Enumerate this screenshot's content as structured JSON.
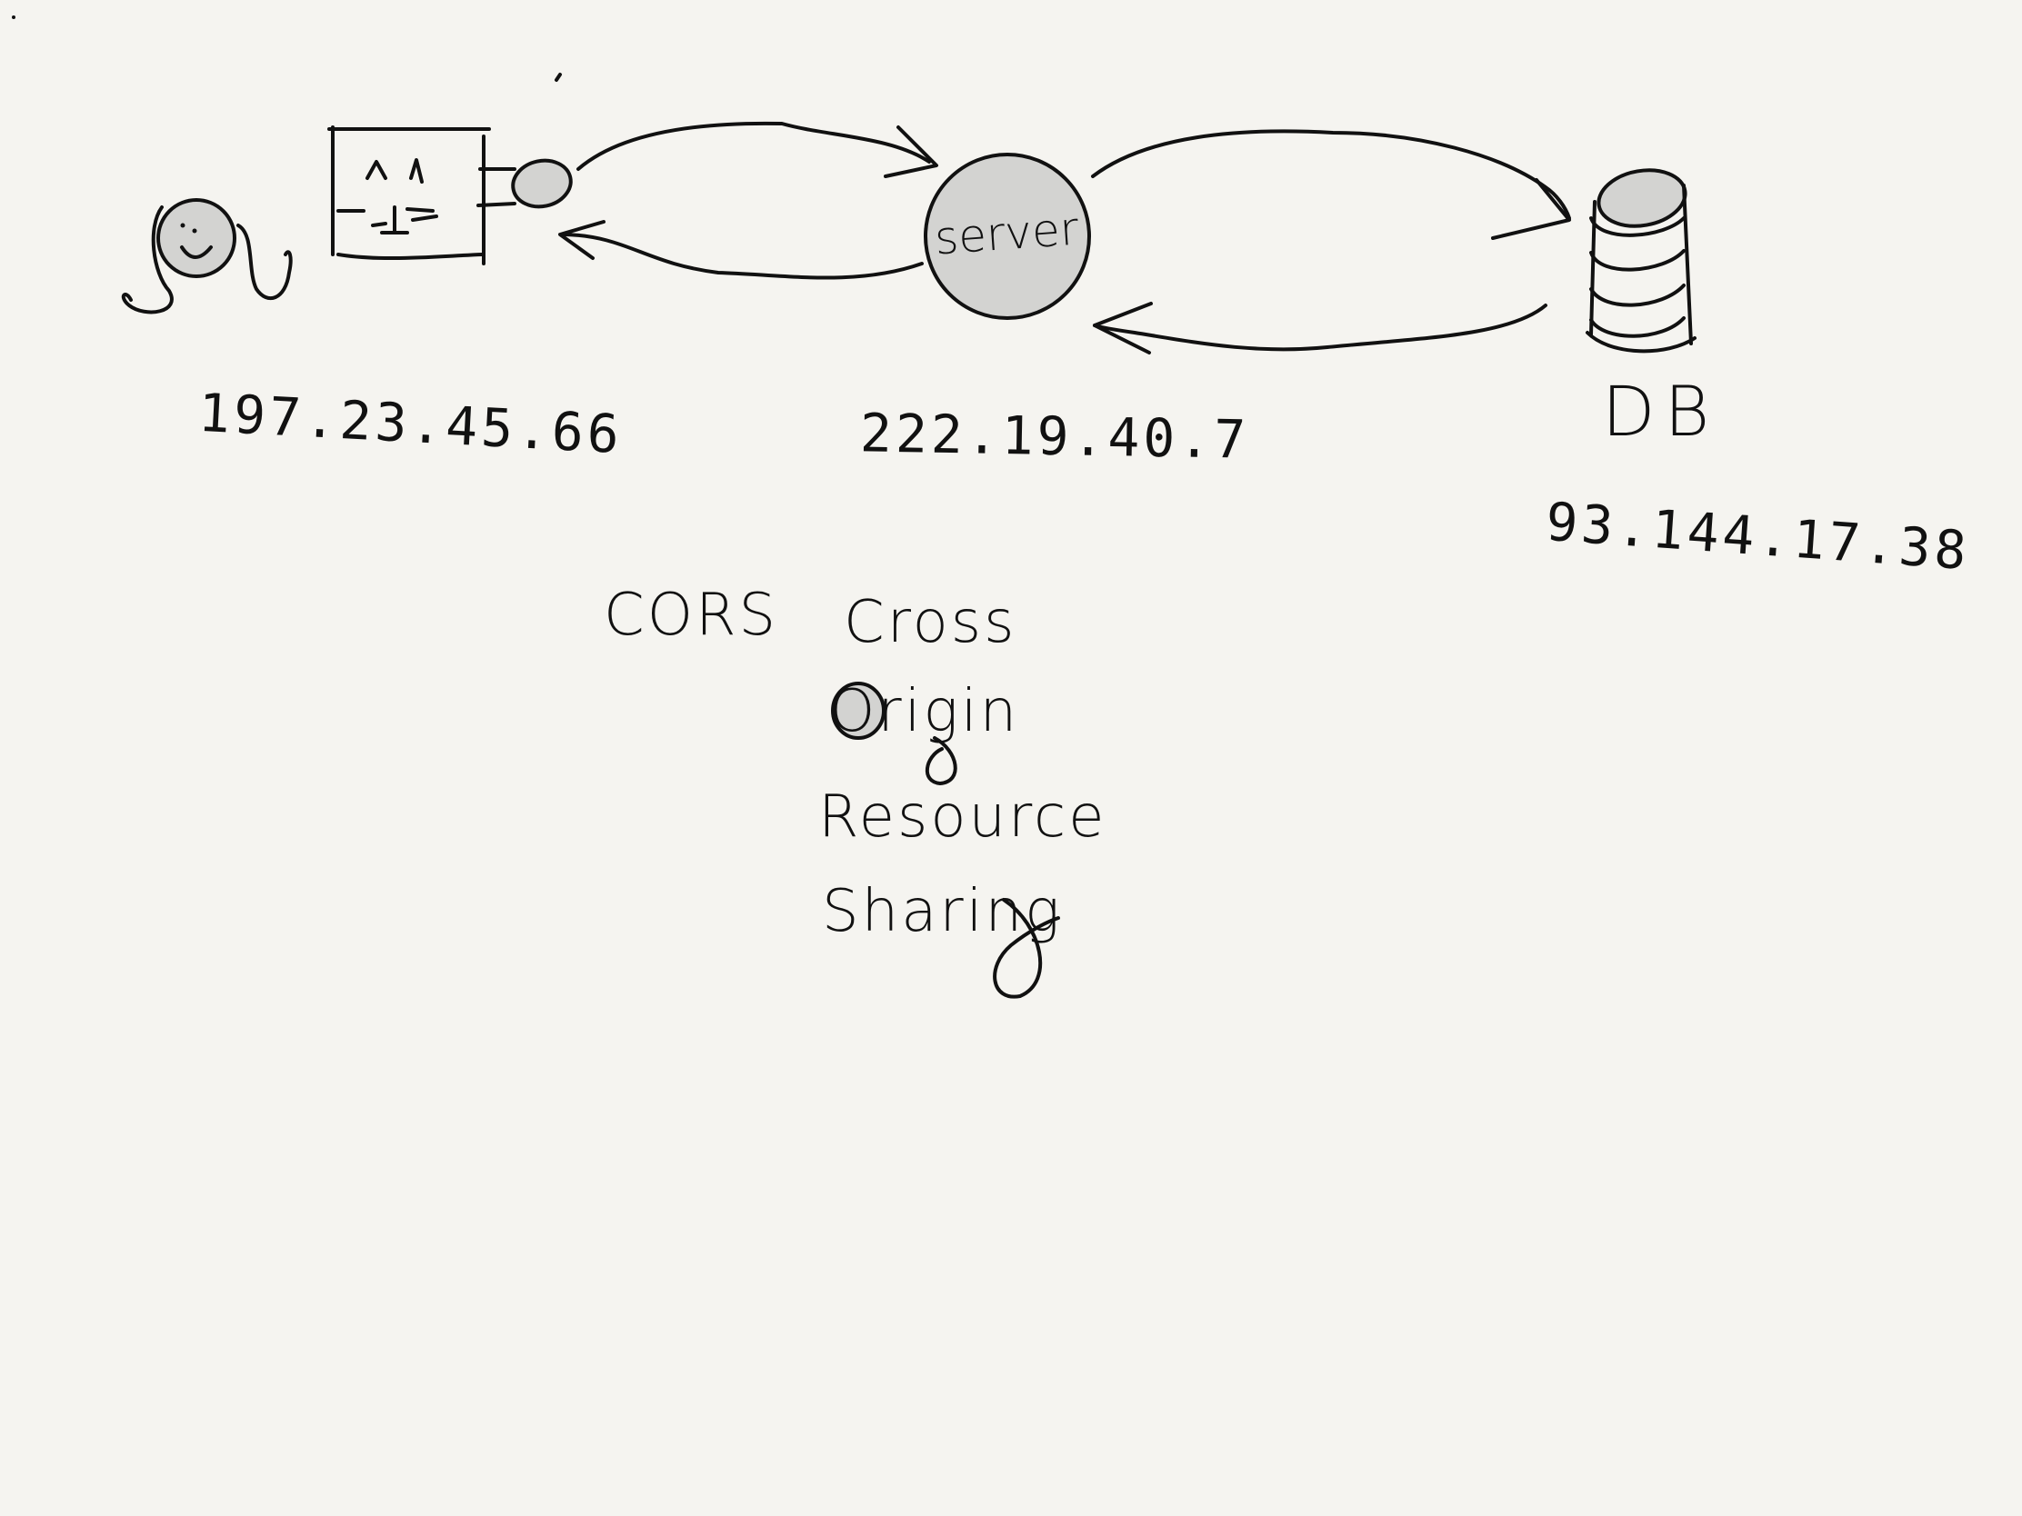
{
  "diagram": {
    "server_label": "server",
    "db_label": "DB",
    "client_ip": "197.23.45.66",
    "server_ip": "222.19.40.7",
    "db_ip": "93.144.17.38",
    "cors": {
      "acronym": "CORS",
      "words": [
        "Cross",
        "Origin",
        "Resource",
        "Sharing"
      ]
    },
    "colors": {
      "background": "#f5f4f0",
      "ink": "#111111",
      "fill": "#d3d3d1"
    },
    "icons": [
      "person-icon",
      "browser-window-icon",
      "server-node-icon",
      "database-icon"
    ]
  }
}
